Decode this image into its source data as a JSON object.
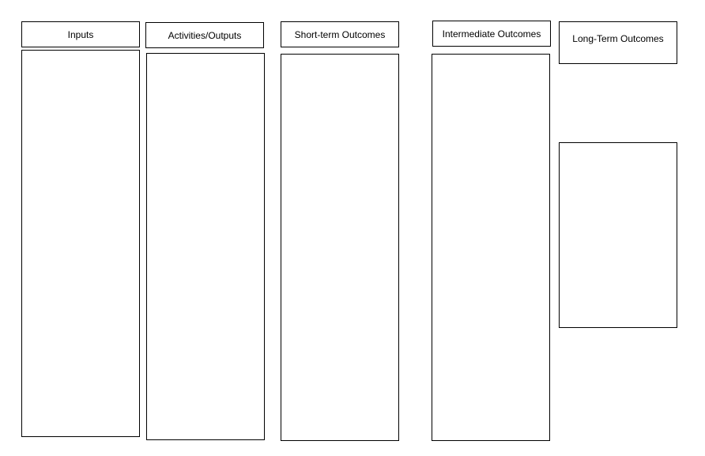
{
  "columns": [
    {
      "header": "Inputs"
    },
    {
      "header": "Activities/Outputs"
    },
    {
      "header": "Short-term Outcomes"
    },
    {
      "header": "Intermediate Outcomes"
    },
    {
      "header": "Long-Term Outcomes"
    }
  ],
  "colors": {
    "border": "#000000",
    "background": "#ffffff",
    "text": "#000000"
  }
}
